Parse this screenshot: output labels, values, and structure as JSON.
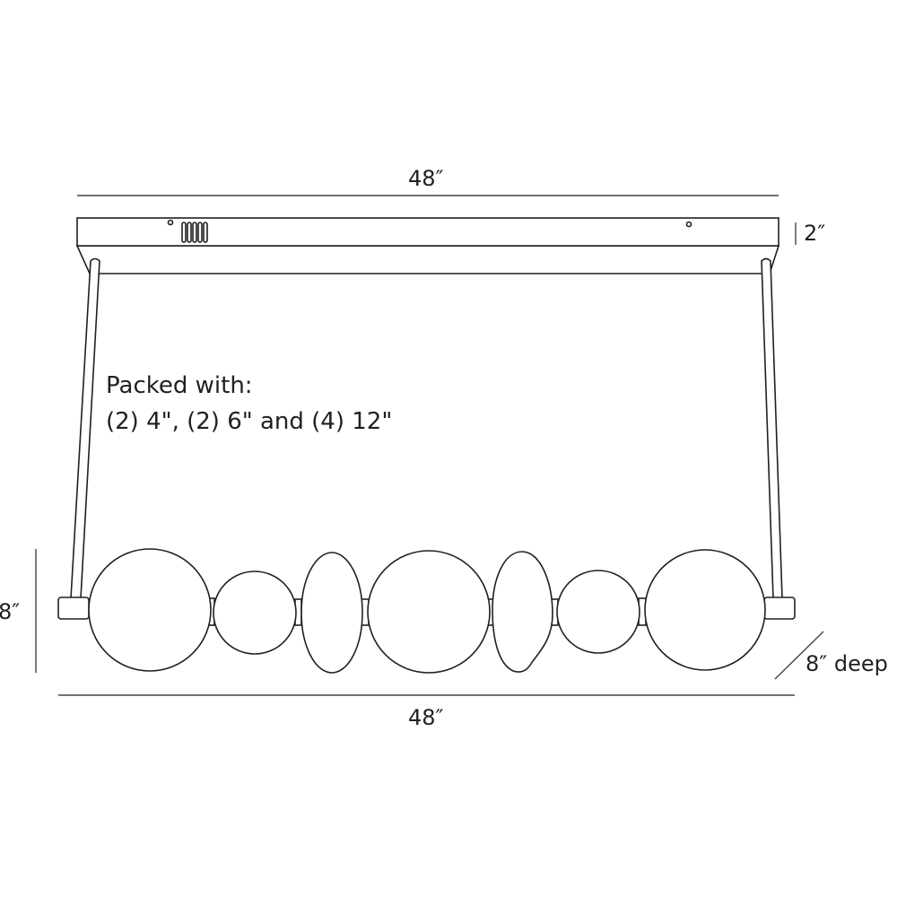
{
  "dimensions": {
    "top_width": "48″",
    "canopy_height": "2″",
    "fixture_height": "8″",
    "bottom_width": "48″",
    "depth": "8″ deep"
  },
  "note": {
    "line1": "Packed with:",
    "line2": "(2) 4\", (2) 6\" and (4) 12\""
  },
  "colors": {
    "line": "#231f20",
    "background": "#ffffff"
  }
}
